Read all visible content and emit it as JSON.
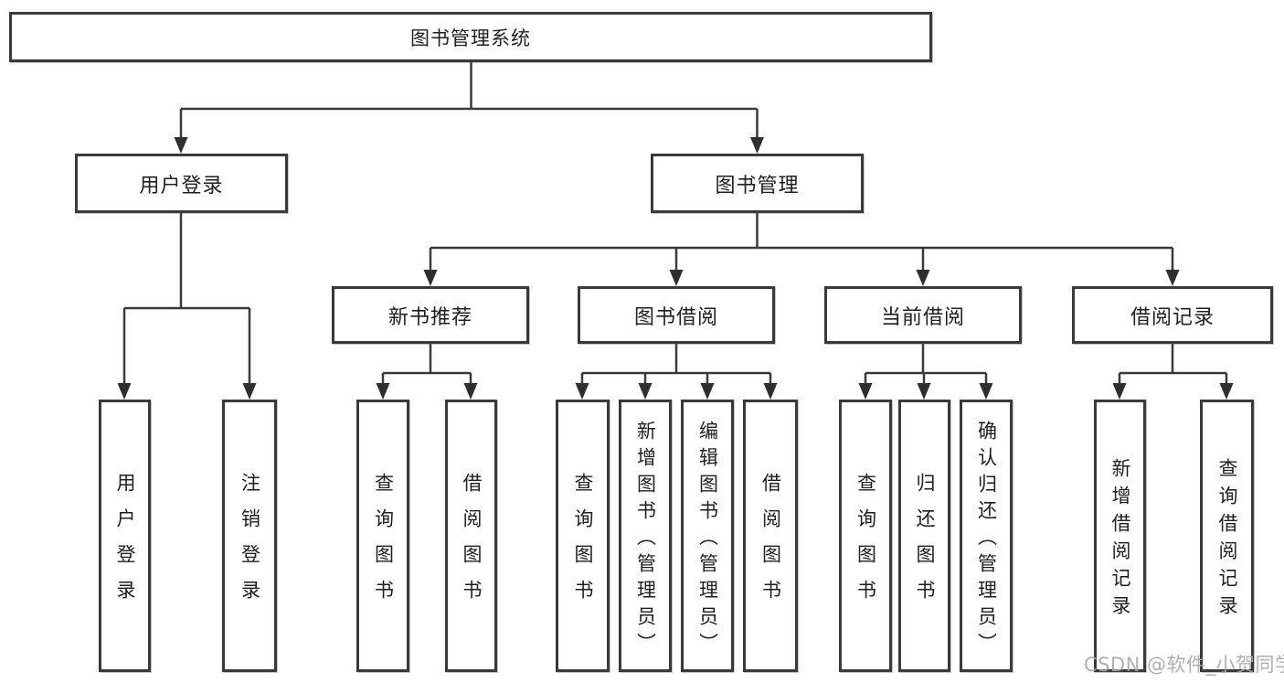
{
  "diagram_title": "图书管理系统",
  "nodes": {
    "root": {
      "label": "图书管理系统"
    },
    "level2": {
      "user_login": {
        "label": "用户登录"
      },
      "book_mgmt": {
        "label": "图书管理"
      }
    },
    "level3": {
      "new_book_rec": {
        "label": "新书推荐"
      },
      "book_borrow": {
        "label": "图书借阅"
      },
      "current_borrow": {
        "label": "当前借阅"
      },
      "borrow_records": {
        "label": "借阅记录"
      }
    },
    "leaves": {
      "user_login": [
        {
          "label": "用户登录"
        },
        {
          "label": "注销登录"
        }
      ],
      "new_book_rec": [
        {
          "label": "查询图书"
        },
        {
          "label": "借阅图书"
        }
      ],
      "book_borrow": [
        {
          "label": "查询图书"
        },
        {
          "label": "新增图书（管理员）"
        },
        {
          "label": "编辑图书（管理员）"
        },
        {
          "label": "借阅图书"
        }
      ],
      "current_borrow": [
        {
          "label": "查询图书"
        },
        {
          "label": "归还图书"
        },
        {
          "label": "确认归还（管理员）"
        }
      ],
      "borrow_records": [
        {
          "label": "新增借阅记录"
        },
        {
          "label": "查询借阅记录"
        }
      ]
    }
  },
  "watermark": {
    "text": "CSDN @软件_小贺同学"
  },
  "colors": {
    "line": "#3a3a3a",
    "arrow": "#2f2f2f",
    "box_border": "#3a3a3a",
    "text": "#1f1f1f",
    "watermark": "#a8a8a8",
    "background": "#ffffff"
  }
}
